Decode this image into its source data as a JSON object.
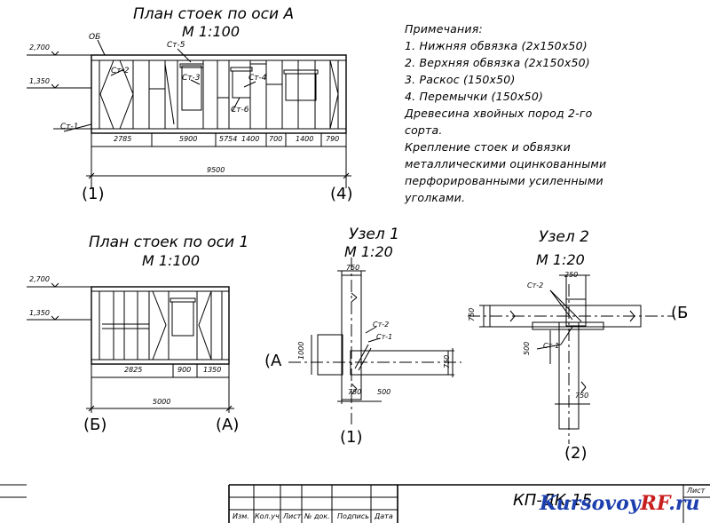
{
  "plan_a": {
    "title": "План стоек по оси А",
    "scale": "М 1:100",
    "labels": {
      "ob": "ОБ",
      "st5": "Ст-5",
      "st2": "Ст-2",
      "st3": "Ст-3",
      "st4": "Ст-4",
      "st6": "Ст-6",
      "st1": "Ст-1"
    },
    "levels": {
      "top": "2,700",
      "mid": "1,350"
    },
    "dims": [
      "2785",
      "5900",
      "5754",
      "1400",
      "700",
      "1400",
      "790"
    ],
    "total": "9500",
    "axis_left": "1",
    "axis_right": "4"
  },
  "notes": {
    "heading": "Примечания:",
    "lines": [
      "1. Нижняя обвязка (2х150х50)",
      "2. Верхняя обвязка (2х150х50)",
      "3. Раскос (150х50)",
      "4. Перемычки (150х50)",
      "Древесина хвойных пород 2-го",
      "сорта.",
      "Крепление стоек и обвязки",
      "металлическими оцинкованными",
      "перфорированными усиленными",
      "уголками."
    ]
  },
  "plan_1": {
    "title": "План стоек по оси 1",
    "scale": "М 1:100",
    "levels": {
      "top": "2,700",
      "mid": "1,350"
    },
    "dims": [
      "2825",
      "900",
      "1350"
    ],
    "total": "5000",
    "axis_left": "Б",
    "axis_right": "А"
  },
  "node_1": {
    "title": "Узел 1",
    "scale": "М 1:20",
    "dims": {
      "top": "750",
      "vert": "1000",
      "right": "750",
      "bottom_a": "750",
      "bottom_b": "500"
    },
    "labels": {
      "st2": "Ст-2",
      "st1": "Ст-1"
    },
    "axis_a": "А",
    "axis_num": "1"
  },
  "node_2": {
    "title": "Узел 2",
    "scale": "М 1:20",
    "dims": {
      "top": "250",
      "left": "750",
      "vert": "500",
      "bottom": "750"
    },
    "labels": {
      "st2": "Ст-2",
      "st1": "Ст-1"
    },
    "axis_b": "Б",
    "axis_num": "2"
  },
  "stamp": {
    "headers": [
      "Изм.",
      "Кол.уч.",
      "Лист",
      "№ док.",
      "Подпись",
      "Дата"
    ],
    "code": "КП-ДК-15",
    "sheet": "Лист"
  },
  "watermark": {
    "main": "Kursovoy",
    "accent": "RF",
    "suffix": ".ru"
  }
}
